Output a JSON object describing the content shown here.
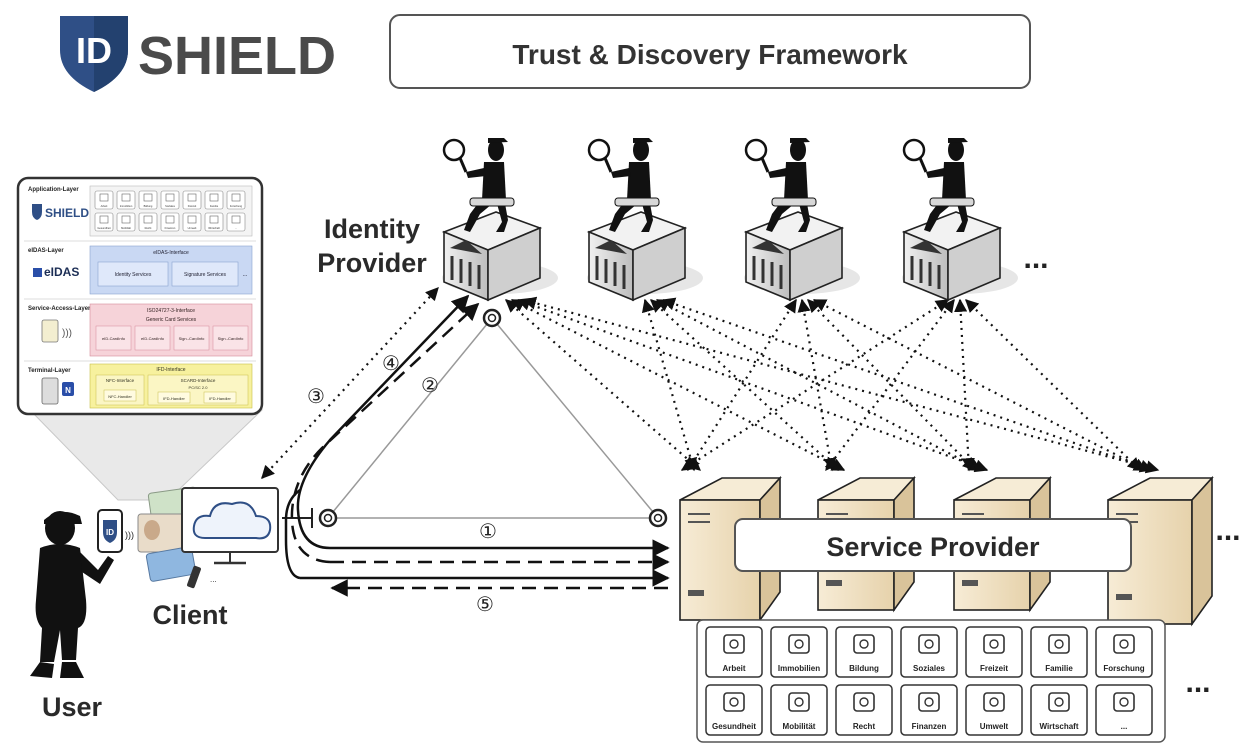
{
  "brand": {
    "logo_mark": "ID",
    "name": "SHIELD"
  },
  "title": "Trust & Discovery Framework",
  "identity_provider_label": [
    "Identity",
    "Provider"
  ],
  "service_provider_label": "Service Provider",
  "client_label": "Client",
  "user_label": "User",
  "ellipsis": "...",
  "step_numbers": [
    "①",
    "②",
    "③",
    "④",
    "⑤"
  ],
  "stack": {
    "layers": [
      {
        "name": "Application-Layer",
        "brand": "SHIELD"
      },
      {
        "name": "eIDAS-Layer",
        "brand": "eIDAS",
        "header": "eIDAS-Interface",
        "boxes": [
          "Identity Services",
          "Signature Services",
          "..."
        ]
      },
      {
        "name": "Service-Access-Layer",
        "header": "ISO24727-3-Interface",
        "sub": "Generic Card Services",
        "boxes": [
          "eID-CardInfo",
          "eID-CardInfo",
          "Sign.-CardInfo",
          "Sign.-CardInfo"
        ]
      },
      {
        "name": "Terminal-Layer",
        "header": "IFD-Interface",
        "sub_left": "NFC-Interface",
        "sub_right": "SCARD-Interface",
        "sub_right2": "PC/SC 2.0",
        "boxes": [
          "NFC-Handler",
          "IFD-Handler",
          "IFD-Handler"
        ]
      }
    ],
    "app_icons": [
      "Arbeit",
      "Immobilien",
      "Bildung",
      "Soziales",
      "Freizeit",
      "Familie",
      "Forschung",
      "Gesundheit",
      "Mobilität",
      "Recht",
      "Finanzen",
      "Umwelt",
      "Wirtschaft",
      "..."
    ]
  },
  "sectors": [
    {
      "label": "Arbeit",
      "icon": "briefcase-icon"
    },
    {
      "label": "Immobilien",
      "icon": "house-icon"
    },
    {
      "label": "Bildung",
      "icon": "book-icon"
    },
    {
      "label": "Soziales",
      "icon": "people-icon"
    },
    {
      "label": "Freizeit",
      "icon": "handshake-icon"
    },
    {
      "label": "Familie",
      "icon": "rocking-horse-icon"
    },
    {
      "label": "Forschung",
      "icon": "flask-icon"
    },
    {
      "label": "Gesundheit",
      "icon": "heartbeat-icon"
    },
    {
      "label": "Mobilität",
      "icon": "compass-icon"
    },
    {
      "label": "Recht",
      "icon": "scales-icon"
    },
    {
      "label": "Finanzen",
      "icon": "money-bag-icon"
    },
    {
      "label": "Umwelt",
      "icon": "plant-icon"
    },
    {
      "label": "Wirtschaft",
      "icon": "growth-icon"
    },
    {
      "label": "...",
      "icon": "person-document-icon"
    }
  ],
  "colors": {
    "shield_blue": "#2f4f86",
    "text_dark": "#444444",
    "server_beige": "#f2e3c6",
    "idp_gray": "#dcdcdc",
    "layer_blue": "#c9d8f3",
    "layer_pink": "#f6d3d9",
    "layer_yellow": "#f7f19e"
  }
}
